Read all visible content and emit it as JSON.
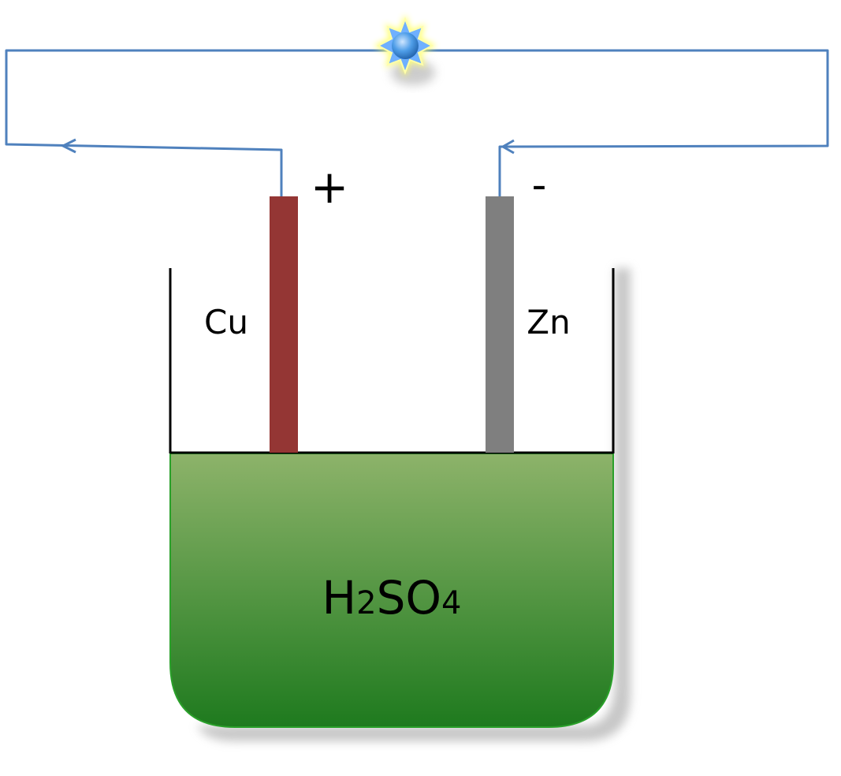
{
  "electrodes": {
    "copper": {
      "symbol": "Cu",
      "polarity": "+",
      "color": "#943634"
    },
    "zinc": {
      "symbol": "Zn",
      "polarity": "-",
      "color": "#7f7f7f"
    }
  },
  "electrolyte": {
    "formula_part_1": "H",
    "formula_part_2": "2",
    "formula_part_3": "SO",
    "formula_part_4": "4",
    "color_top": "#8db36a",
    "color_bottom": "#1e7a1e"
  },
  "wire": {
    "color": "#4f81bd"
  },
  "bulb": {
    "color": "#4f9ee8",
    "glow_color": "#ffff66"
  }
}
